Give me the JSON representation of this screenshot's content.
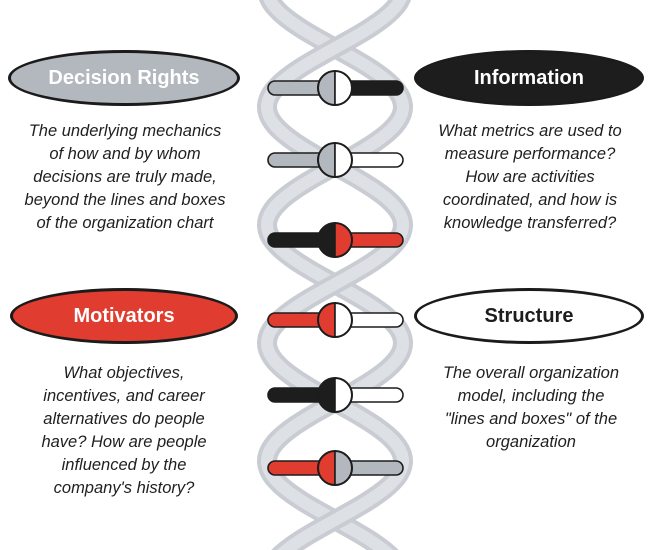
{
  "colors": {
    "black": "#1d1d1d",
    "red": "#e03c2f",
    "gray": "#b3b8bf",
    "white": "#ffffff"
  },
  "quadrants": {
    "decision_rights": {
      "title": "Decision Rights",
      "fill": "gray",
      "description": [
        "The underlying mechanics",
        "of how and by whom",
        "decisions are truly made,",
        "beyond the lines and boxes",
        "of the organization chart"
      ]
    },
    "information": {
      "title": "Information",
      "fill": "black",
      "description": [
        "What metrics are used to",
        "measure performance?",
        "How are activities",
        "coordinated, and how is",
        "knowledge transferred?"
      ]
    },
    "motivators": {
      "title": "Motivators",
      "fill": "red",
      "description": [
        "What objectives,",
        "incentives, and career",
        "alternatives do people",
        "have? How are people",
        "influenced by the",
        "company's history?"
      ]
    },
    "structure": {
      "title": "Structure",
      "fill": "white",
      "description": [
        "The overall organization",
        "model, including the",
        "\"lines and boxes\" of the",
        "organization"
      ]
    }
  },
  "rungs": [
    {
      "left": "gray",
      "knob_left": "gray",
      "knob_right": "white",
      "right": "black"
    },
    {
      "left": "gray",
      "knob_left": "gray",
      "knob_right": "white",
      "right": "white"
    },
    {
      "left": "black",
      "knob_left": "black",
      "knob_right": "red",
      "right": "red"
    },
    {
      "left": "red",
      "knob_left": "red",
      "knob_right": "white",
      "right": "white"
    },
    {
      "left": "black",
      "knob_left": "black",
      "knob_right": "white",
      "right": "white"
    },
    {
      "left": "red",
      "knob_left": "red",
      "knob_right": "gray",
      "right": "gray"
    }
  ]
}
